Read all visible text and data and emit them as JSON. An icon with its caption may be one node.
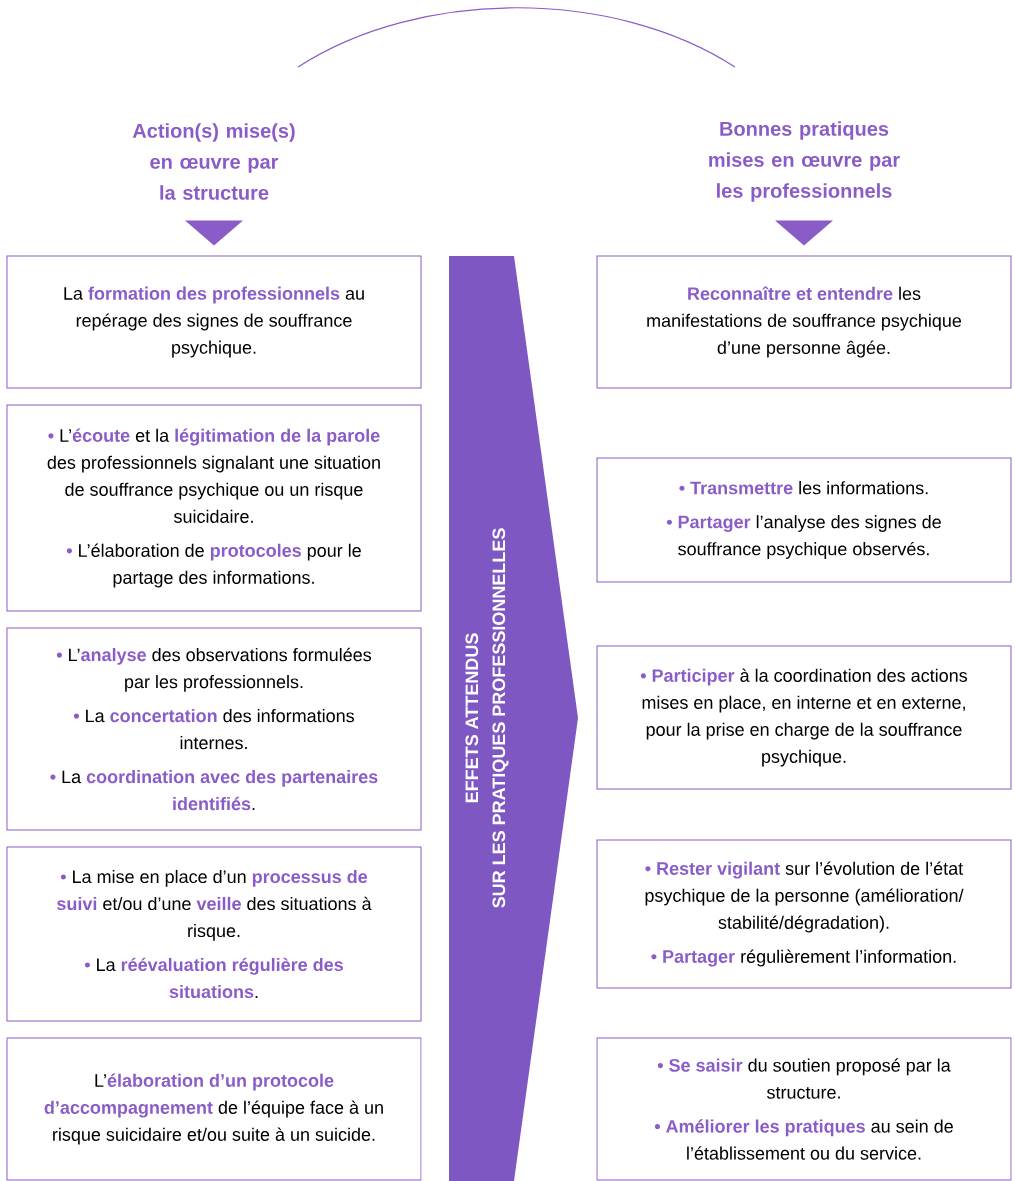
{
  "diagram": {
    "nodes": [
      {
        "text": [
          "Action(s) mise(s) en œuvre par la structure"
        ]
      },
      {
        "text": [
          "La **formation des professionnels** au repérage des signes de souffrance psychique."
        ]
      },
      {
        "text": [
          "**•** L’**écoute** et la **légitimation de la parole** des professionnels signalant une situation de souffrance psychique ou un risque suicidaire.",
          "**•** L’élaboration de **protocoles** pour le partage des informations."
        ]
      },
      {
        "text": [
          "**•** L’**analyse** des observations formulées par les professionnels.",
          "**•** La **concertation** des informations internes.",
          "**•** La **coordination avec des partenaires identifiés**."
        ]
      },
      {
        "text": [
          "**•** La mise en place d’un **processus de suivi** et/ou d’une **veille** des situations à risque.",
          "**•** La **réévaluation régulière des situations**."
        ]
      },
      {
        "text": [
          "L’**élaboration d’un protocole d’accompagnement** de l’équipe face à un risque suicidaire et/ou suite à un suicide."
        ]
      },
      {
        "text": [
          "EFFETS ATTENDUS",
          "SUR LES PRATIQUES PROFESSIONNELLES"
        ]
      },
      {
        "text": [
          "Bonnes pratiques mises en œuvre par les professionnels"
        ]
      },
      {
        "text": [
          "**Reconnaître et entendre** les manifestations de souffrance psychique d’une personne âgée."
        ]
      },
      {
        "text": [
          "**• Transmettre** les informations.",
          "**• Partager** l’analyse des signes de souffrance psychique observés."
        ]
      },
      {
        "text": [
          "**• Participer** à la coordination des actions mises en place, en interne et en externe, pour la prise en charge de la souffrance psychique."
        ]
      },
      {
        "text": [
          "**• Rester vigilant** sur l’évolution de l’état psychique de la personne (amélioration/ stabilité/dégradation).",
          "**• Partager** régulièrement l’information."
        ]
      },
      {
        "text": [
          "**• Se saisir** du soutien proposé par la structure.",
          "**• Améliorer les pratiques** au sein de l’établissement ou du service."
        ]
      }
    ],
    "edges": [
      {
        "from": 0,
        "to": 1,
        "arrow": "to"
      },
      {
        "from": 7,
        "to": 8,
        "arrow": "to"
      }
    ]
  }
}
